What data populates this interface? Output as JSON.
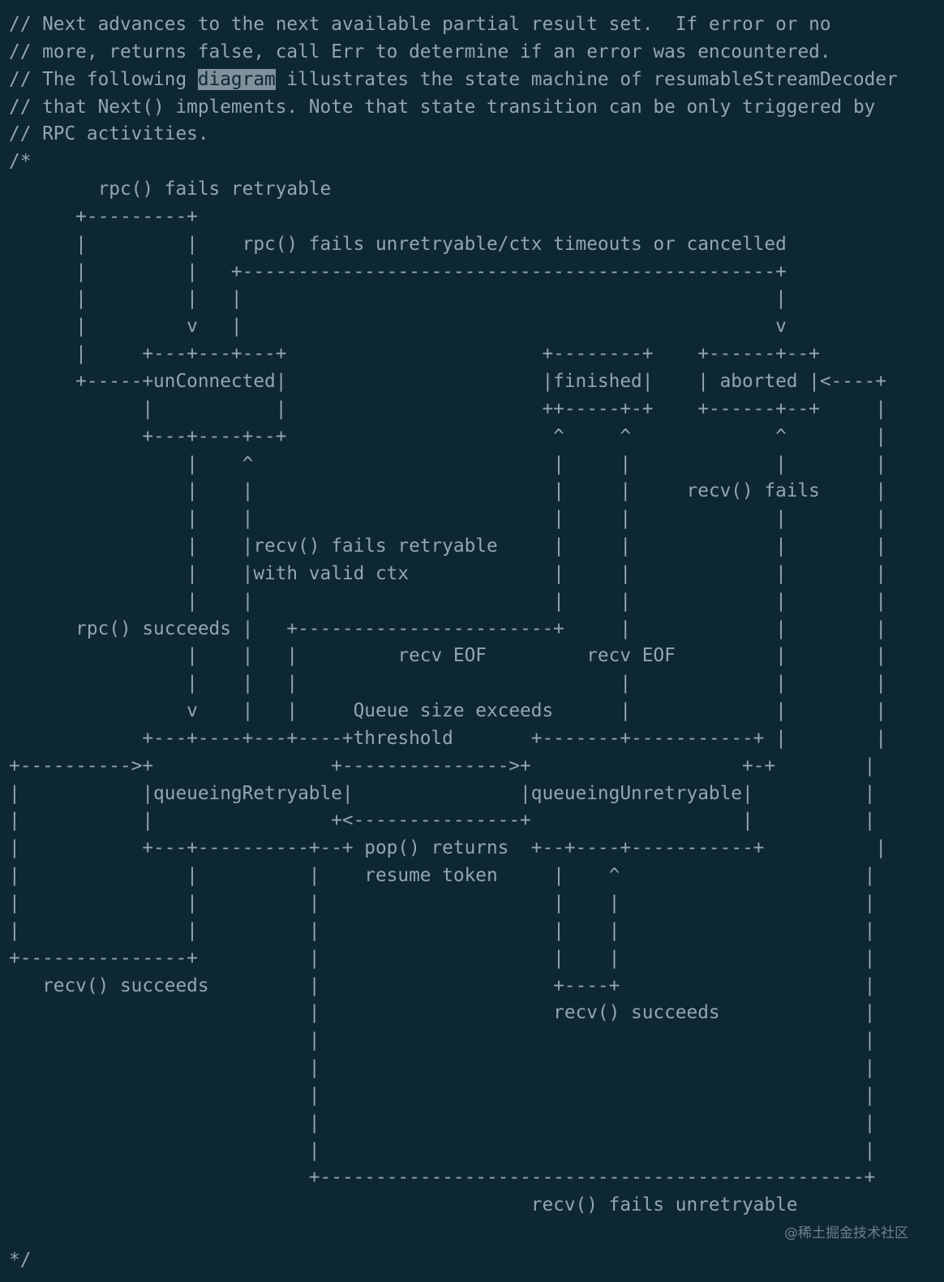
{
  "colors": {
    "background": "#0e2734",
    "text": "#93a6b1",
    "highlight_background": "#7f919b",
    "highlight_text": "#0e2734",
    "watermark": "#6e808a"
  },
  "editor": {
    "lines": [
      "// Next advances to the next available partial result set.  If error or no",
      "// more, returns false, call Err to determine if an error was encountered.",
      {
        "before": "// The following ",
        "highlight": "diagram",
        "after": " illustrates the state machine of resumableStreamDecoder"
      },
      "// that Next() implements. Note that state transition can be only triggered by",
      "// RPC activities.",
      "/*",
      "        rpc() fails retryable",
      "      +---------+",
      "      |         |    rpc() fails unretryable/ctx timeouts or cancelled",
      "      |         |   +------------------------------------------------+",
      "      |         |   |                                                |",
      "      |         v   |                                                v",
      "      |     +---+---+---+                       +--------+    +------+--+",
      "      +-----+unConnected|                       |finished|    | aborted |<----+",
      "            |           |                       ++-----+-+    +------+--+     |",
      "            +---+----+--+                        ^     ^             ^        |",
      "                |    ^                           |     |             |        |",
      "                |    |                           |     |     recv() fails     |",
      "                |    |                           |     |             |        |",
      "                |    |recv() fails retryable     |     |             |        |",
      "                |    |with valid ctx             |     |             |        |",
      "                |    |                           |     |             |        |",
      "      rpc() succeeds |   +-----------------------+     |             |        |",
      "                |    |   |         recv EOF         recv EOF         |        |",
      "                |    |   |                             |             |        |",
      "                v    |   |     Queue size exceeds      |             |        |",
      "            +---+----+---+----+threshold       +-------+-----------+ |        |",
      "+---------->+                +--------------->+                   +-+        |",
      "|           |queueingRetryable|               |queueingUnretryable|          |",
      "|           |                +<---------------+                   |          |",
      "|           +---+----------+--+ pop() returns  +--+----+-----------+          |",
      "|               |          |    resume token     |    ^                      |",
      "|               |          |                     |    |                      |",
      "|               |          |                     |    |                      |",
      "+---------------+          |                     |    |                      |",
      "   recv() succeeds         |                     +----+                      |",
      "                           |                     recv() succeeds             |",
      "                           |                                                 |",
      "                           |                                                 |",
      "                           |                                                 |",
      "                           |                                                 |",
      "                           |                                                 |",
      "                           +-------------------------------------------------+",
      "                                               recv() fails unretryable",
      "",
      "*/"
    ]
  },
  "watermark": {
    "text": "@稀土掘金技术社区"
  }
}
